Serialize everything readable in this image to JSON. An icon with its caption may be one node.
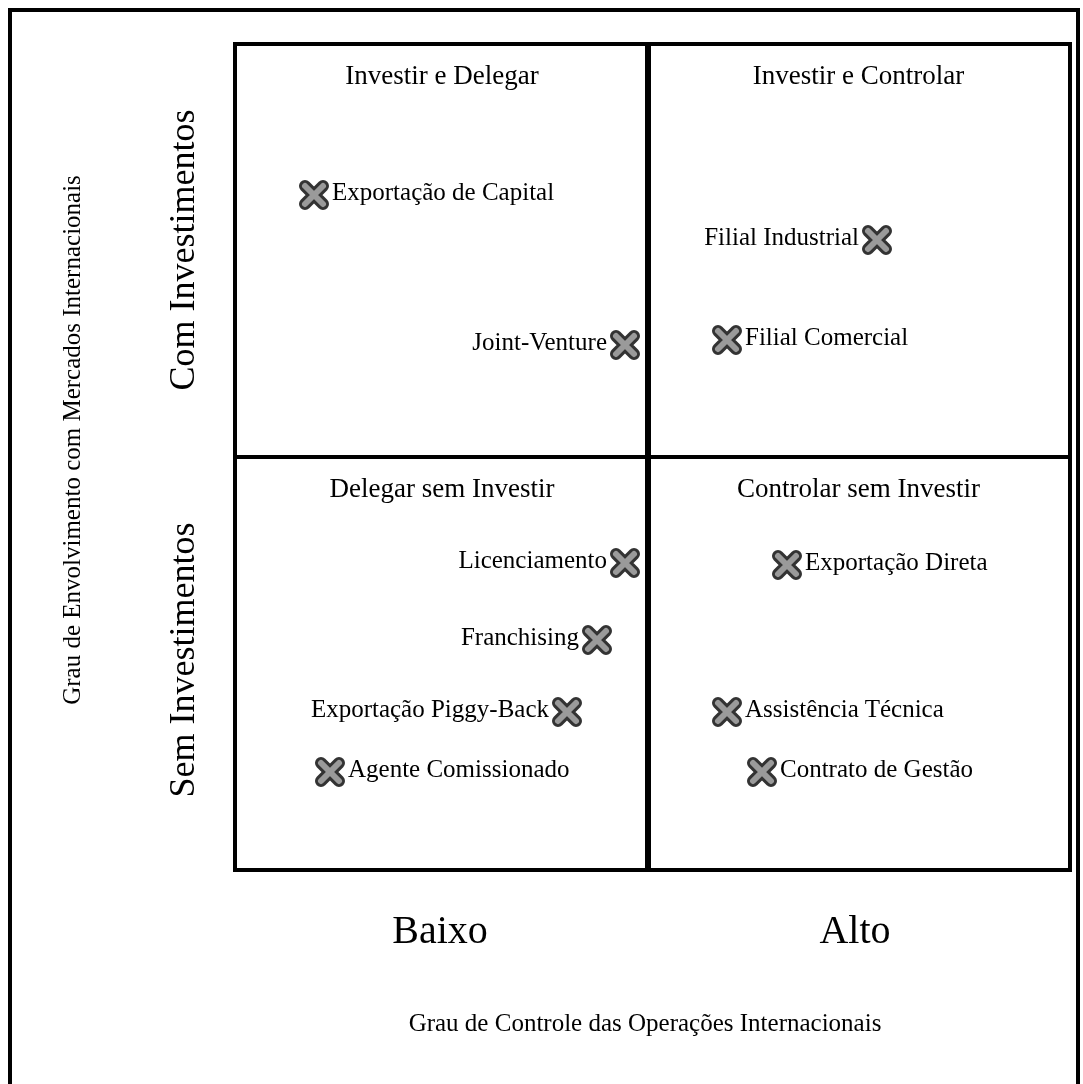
{
  "diagram": {
    "nodes": [
      {
        "text": [
          "Investir e Delegar",
          "Exportação de Capital",
          "Joint-Venture"
        ]
      },
      {
        "text": [
          "Investir e Controlar",
          "Filial Industrial",
          "Filial Comercial"
        ]
      },
      {
        "text": [
          "Delegar sem Investir",
          "Licenciamento",
          "Franchising",
          "Exportação Piggy-Back",
          "Agente Comissionado"
        ]
      },
      {
        "text": [
          "Controlar sem Investir",
          "Exportação Direta",
          "Assistência Técnica",
          "Contrato de Gestão"
        ]
      }
    ],
    "labels": [
      "Grau de Envolvimento com Mercados Internacionais",
      "Com Investimentos",
      "Sem Investimentos",
      "Baixo",
      "Alto",
      "Grau de Controle das Operações Internacionais"
    ]
  }
}
